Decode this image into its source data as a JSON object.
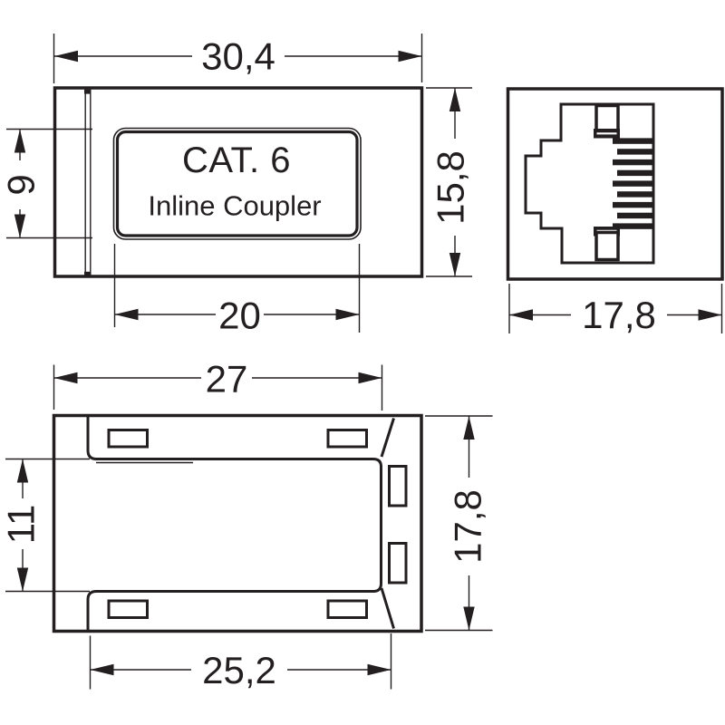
{
  "colors": {
    "background": "#ffffff",
    "line": "#231f20"
  },
  "product_label": {
    "line1": "CAT. 6",
    "line2": "Inline Coupler"
  },
  "dimensions": {
    "front_width": "30,4",
    "front_height": "15,8",
    "label_height": "9",
    "label_width": "20",
    "end_width": "17,8",
    "top_width": "27",
    "top_inner_height": "11",
    "top_bottom_width": "25,2",
    "top_height": "17,8"
  }
}
